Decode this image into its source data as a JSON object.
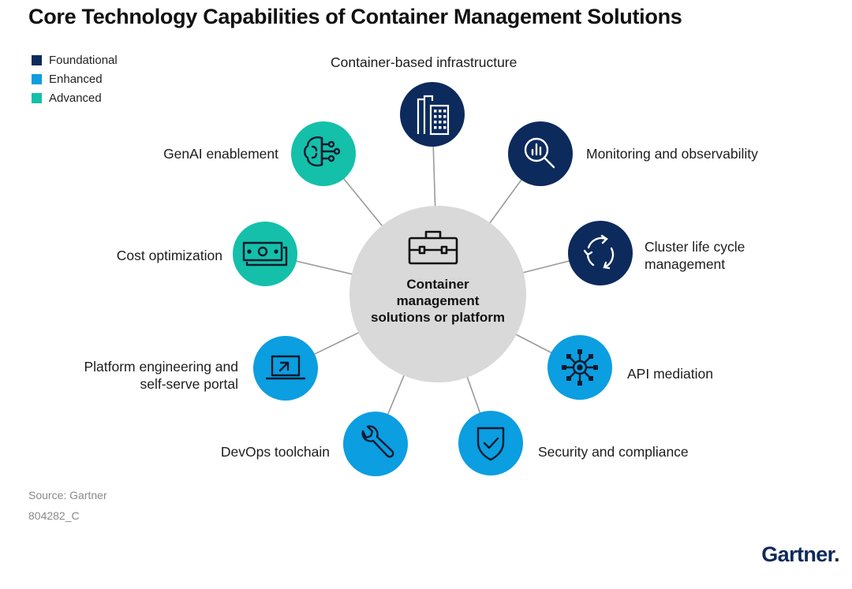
{
  "title": "Core Technology Capabilities of Container Management Solutions",
  "legend": [
    {
      "label": "Foundational",
      "color": "#0c2a5c"
    },
    {
      "label": "Enhanced",
      "color": "#0b9ee0"
    },
    {
      "label": "Advanced",
      "color": "#14c0aa"
    }
  ],
  "center": {
    "label": "Container management solutions or platform",
    "icon": "briefcase-icon",
    "color": "#d9d9d9"
  },
  "nodes": [
    {
      "label": "Container-based infrastructure",
      "category": "Foundational",
      "icon": "building-icon"
    },
    {
      "label": "Monitoring and observability",
      "category": "Foundational",
      "icon": "magnifier-chart-icon"
    },
    {
      "label": "Cluster life cycle management",
      "category": "Foundational",
      "icon": "cycle-arrows-icon"
    },
    {
      "label": "API mediation",
      "category": "Enhanced",
      "icon": "network-hub-icon"
    },
    {
      "label": "Security and compliance",
      "category": "Enhanced",
      "icon": "shield-check-icon"
    },
    {
      "label": "DevOps toolchain",
      "category": "Enhanced",
      "icon": "wrench-icon"
    },
    {
      "label": "Platform engineering and self-serve portal",
      "category": "Enhanced",
      "icon": "laptop-cursor-icon"
    },
    {
      "label": "Cost optimization",
      "category": "Advanced",
      "icon": "cash-icon"
    },
    {
      "label": "GenAI enablement",
      "category": "Advanced",
      "icon": "ai-brain-icon"
    }
  ],
  "footer": {
    "source": "Source: Gartner",
    "id": "804282_C",
    "brand": "Gartner."
  }
}
